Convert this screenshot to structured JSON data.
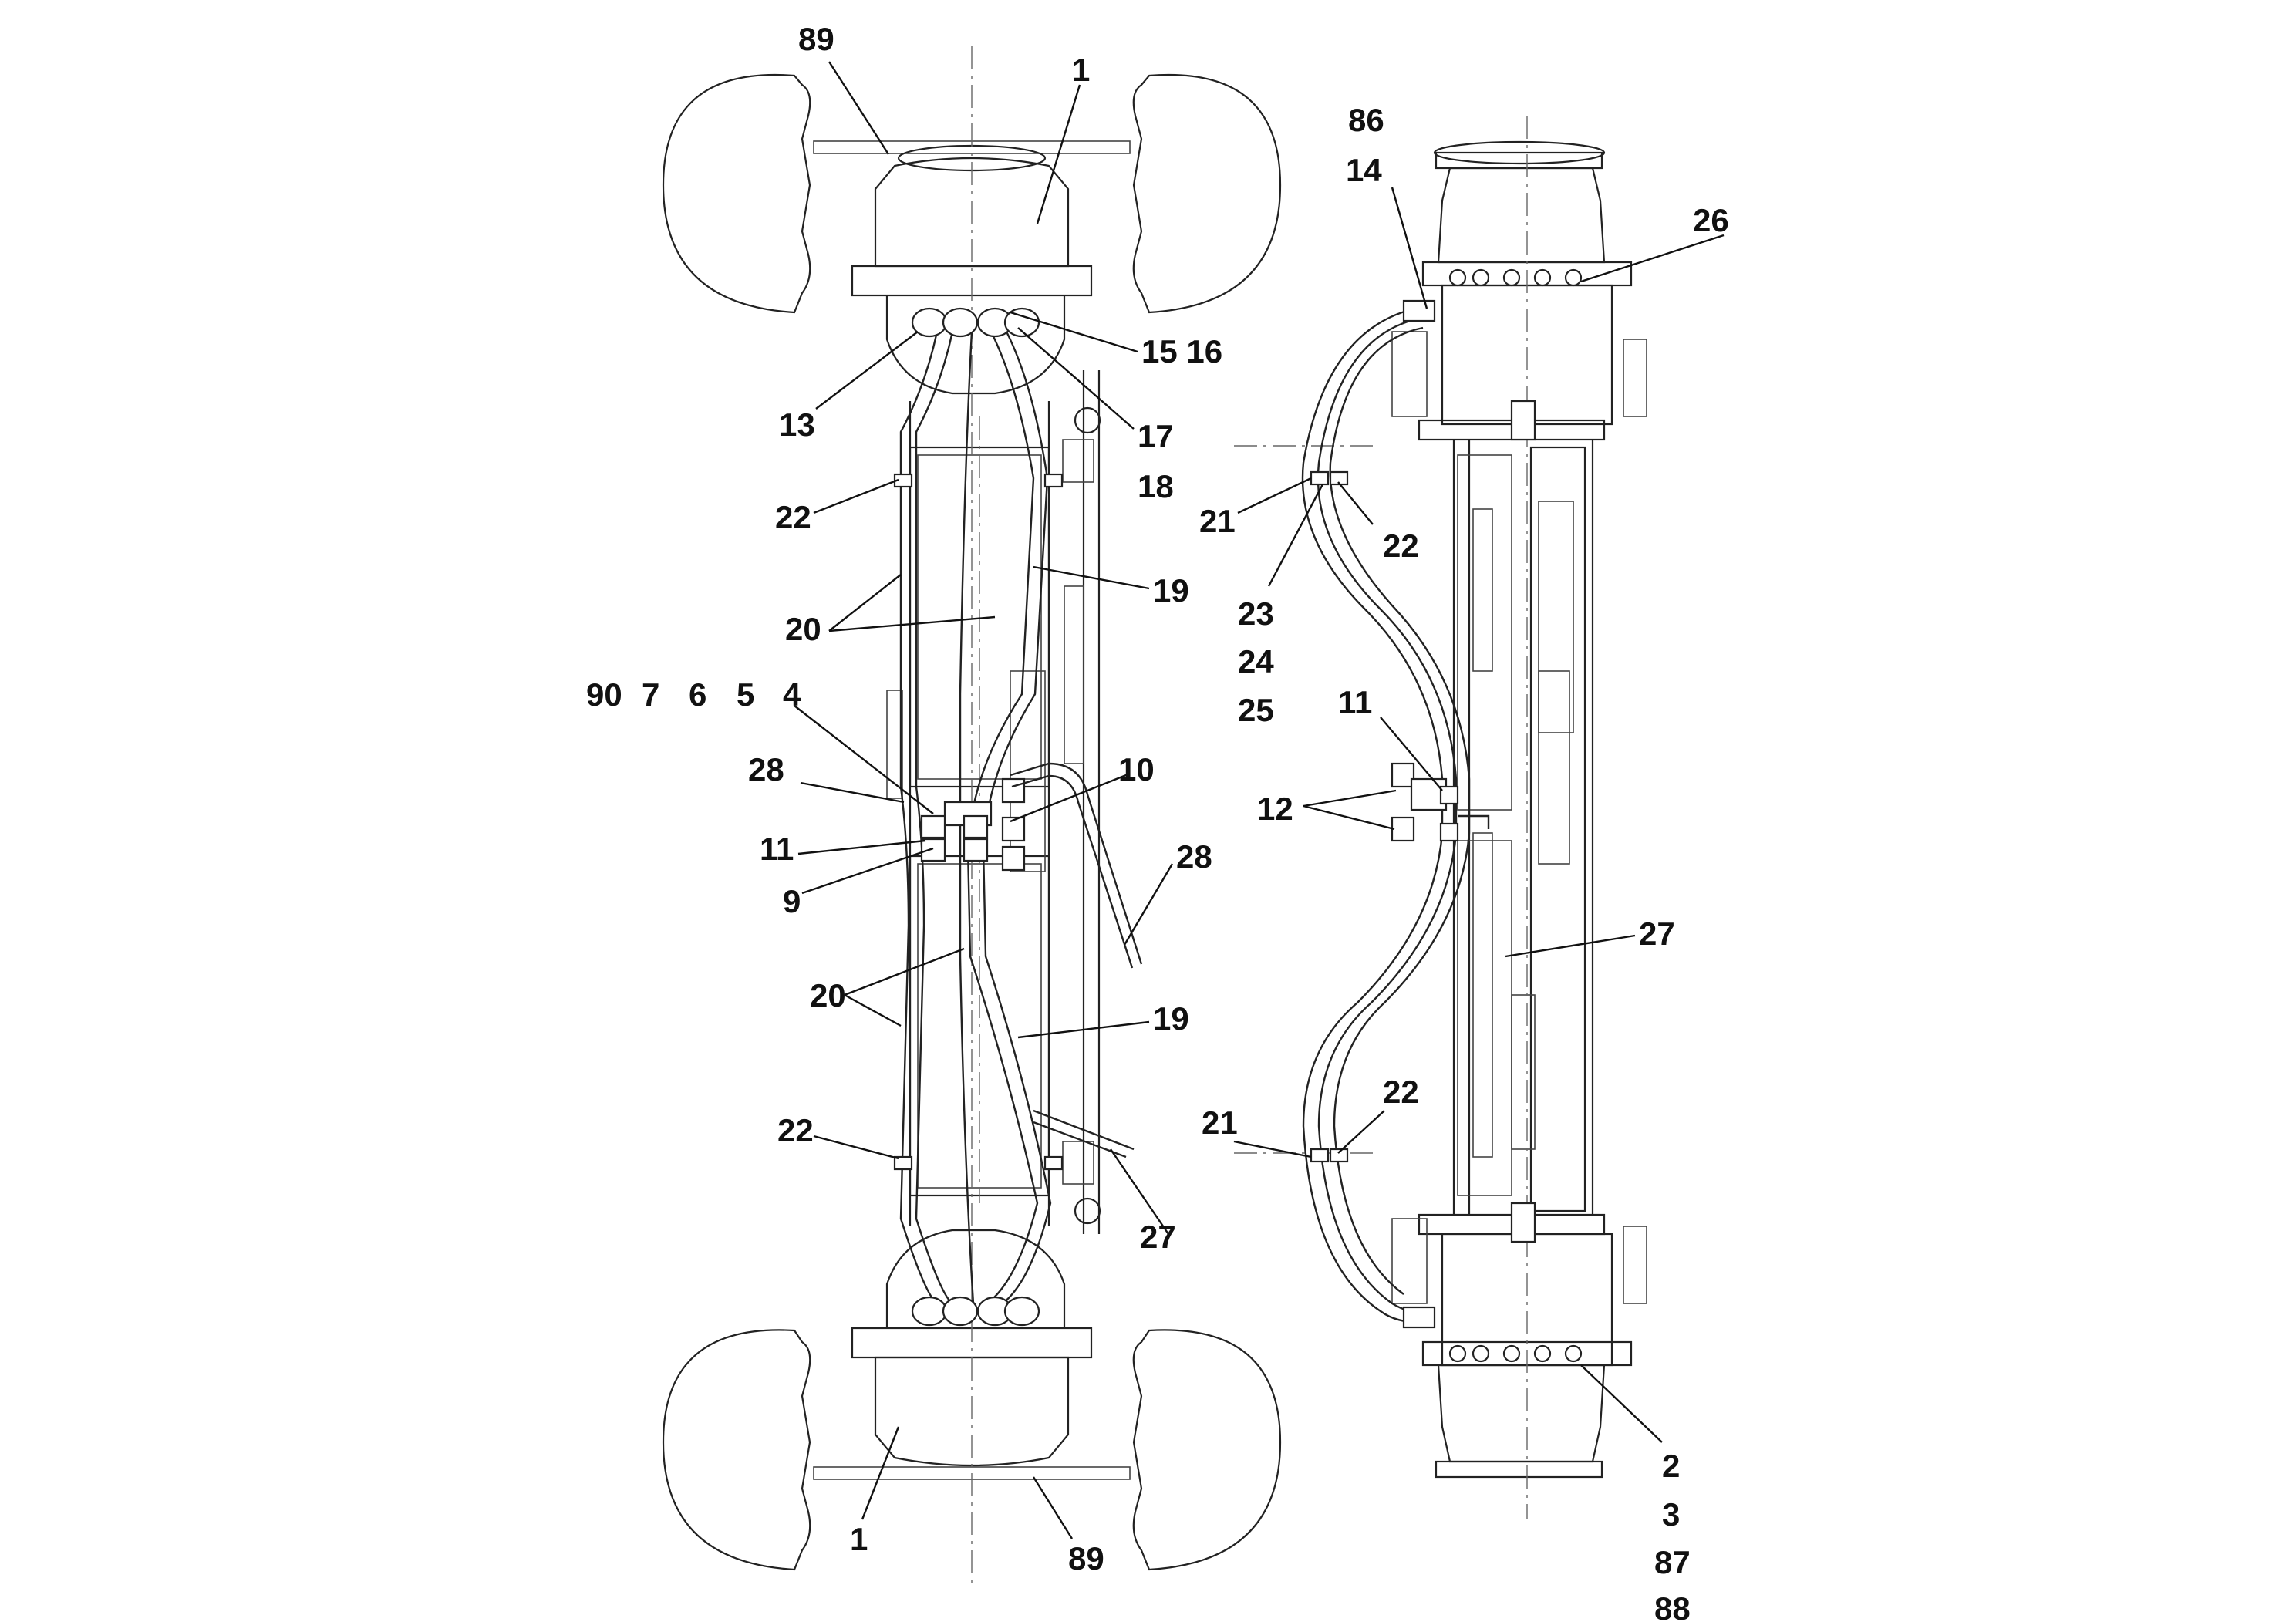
{
  "callouts": {
    "left": {
      "c89_top": "89",
      "c1_top": "1",
      "c15_16": "15 16",
      "c13": "13",
      "c17": "17",
      "c18": "18",
      "c22_upper": "22",
      "c19_upper": "19",
      "c20_upper": "20",
      "c90": "90",
      "c7": "7",
      "c6": "6",
      "c5": "5",
      "c4": "4",
      "c28_left": "28",
      "c10": "10",
      "c11": "11",
      "c9": "9",
      "c28_right": "28",
      "c20_lower": "20",
      "c19_lower": "19",
      "c22_lower": "22",
      "c27": "27",
      "c1_bottom": "1",
      "c89_bottom": "89"
    },
    "right": {
      "c86": "86",
      "c14": "14",
      "c26": "26",
      "c21_upper": "21",
      "c22_upper": "22",
      "c23": "23",
      "c24": "24",
      "c25": "25",
      "c11": "11",
      "c12": "12",
      "c27": "27",
      "c21_lower": "21",
      "c22_lower": "22",
      "c2": "2",
      "c3": "3",
      "c87": "87",
      "c88": "88"
    }
  }
}
